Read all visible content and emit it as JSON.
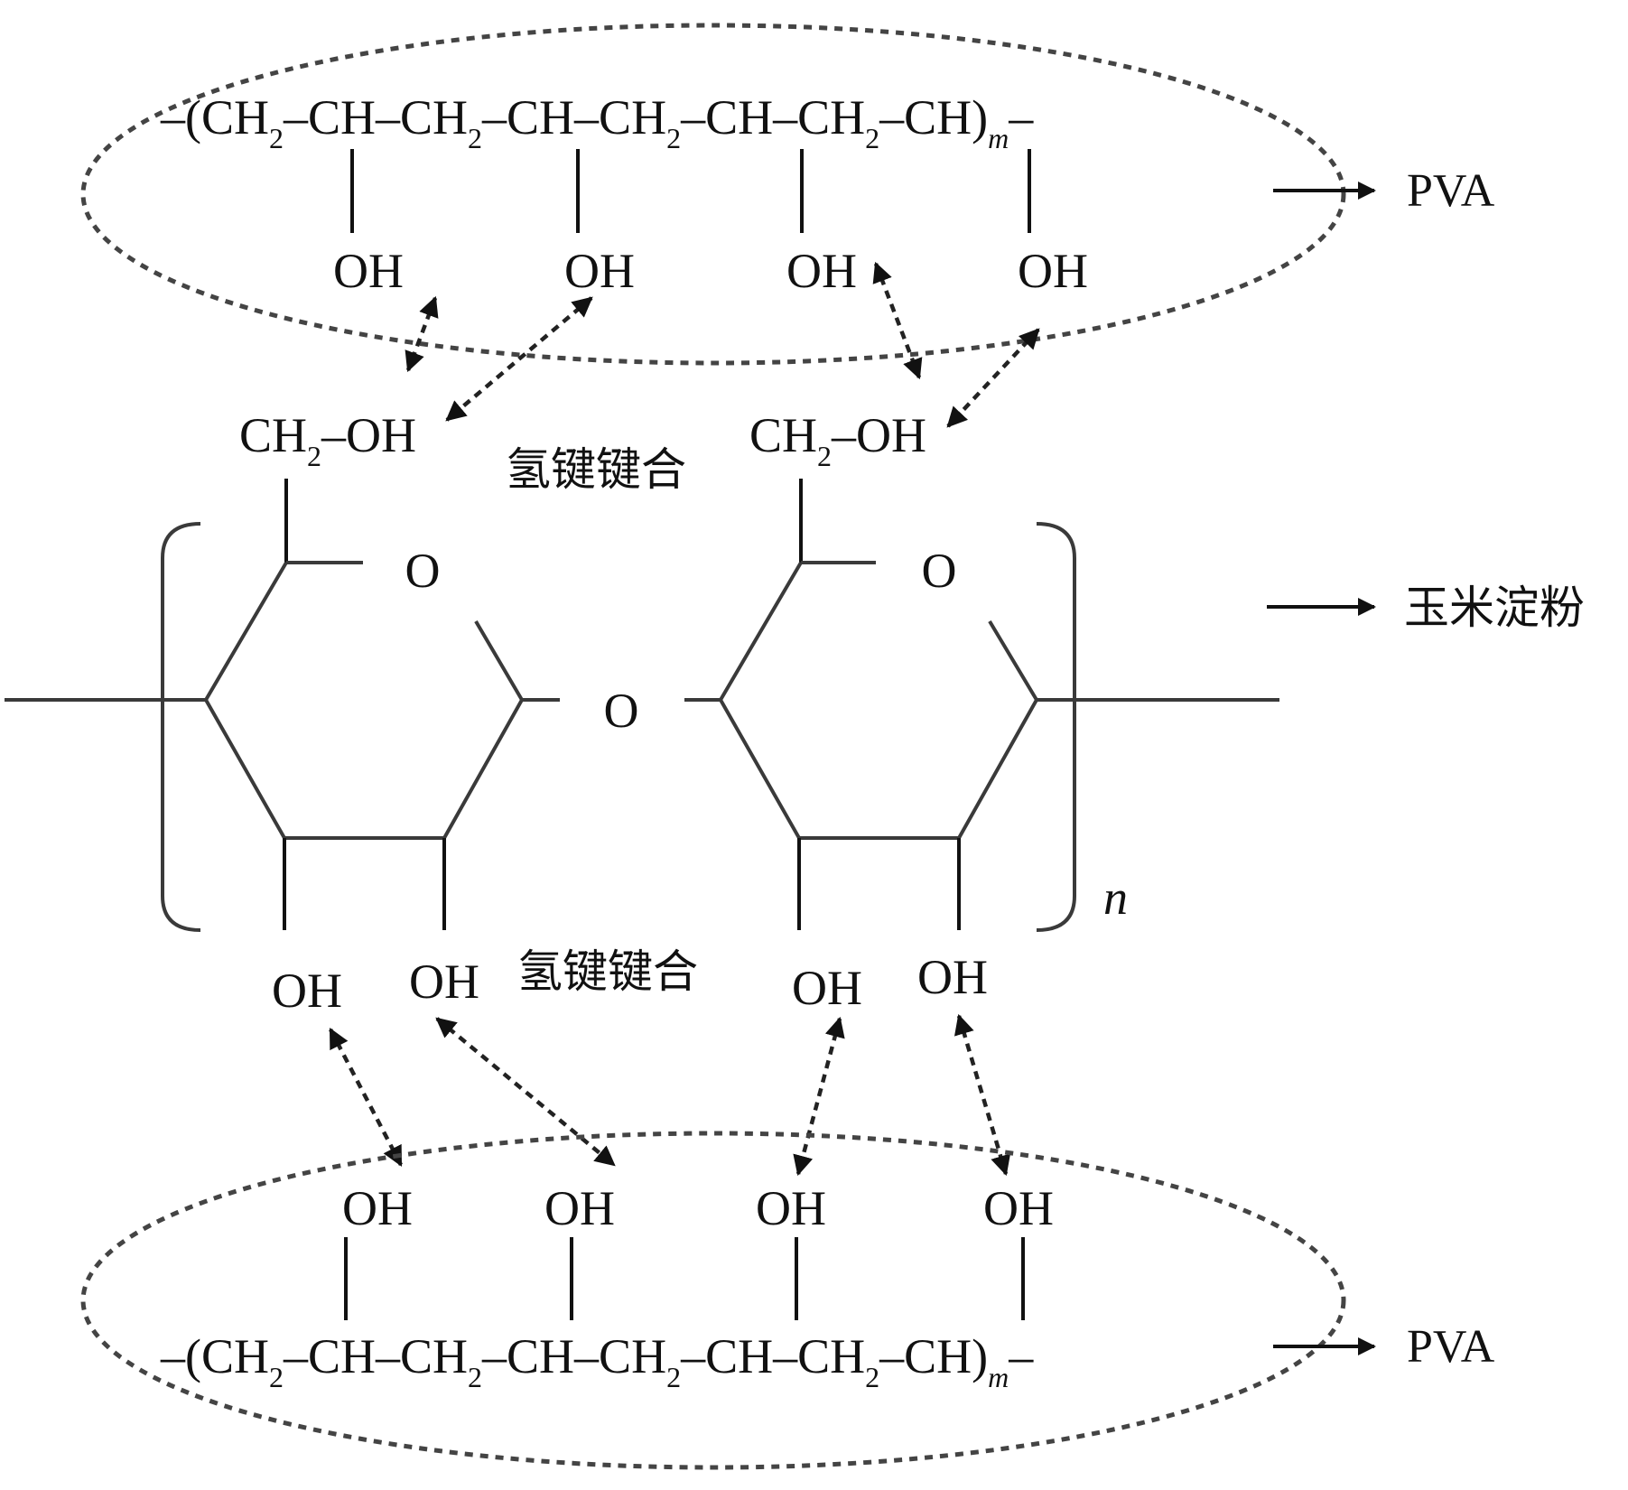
{
  "pva_chain": {
    "start": "–(",
    "ch2": "CH",
    "ch2_sub": "2",
    "dash": "–",
    "ch": "CH",
    "end": "CH)",
    "repeat": "m",
    "tail": "–",
    "oh": "OH"
  },
  "starch": {
    "ch2oh_main": "CH",
    "ch2oh_sub": "2",
    "ch2oh_tail": "–OH",
    "ring_oxygen": "O",
    "bridge_oxygen": "O",
    "repeat": "n",
    "oh": "OH"
  },
  "labels": {
    "hydrogen_bond_top": "氢键键合",
    "hydrogen_bond_bottom": "氢键键合",
    "legend_pva_top": "PVA",
    "legend_starch": "玉米淀粉",
    "legend_pva_bottom": "PVA"
  },
  "colors": {
    "ink": "#111111",
    "ellipse": "#444444"
  }
}
